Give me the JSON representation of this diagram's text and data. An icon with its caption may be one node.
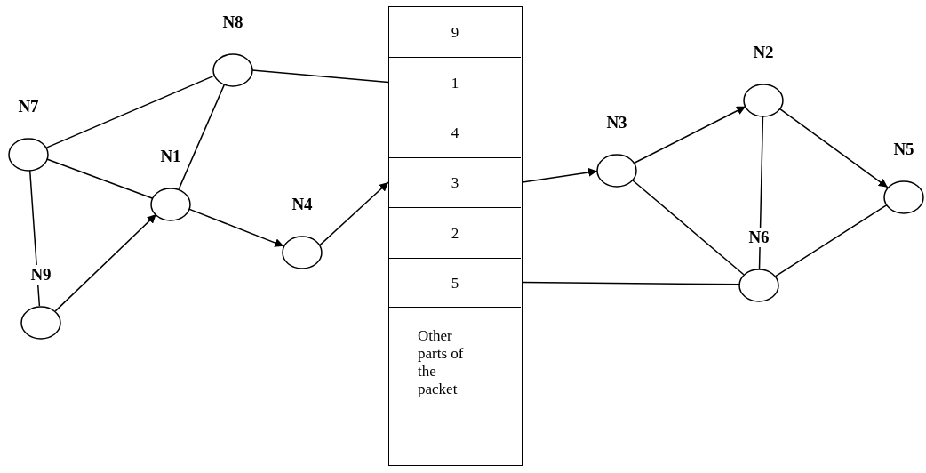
{
  "diagram": {
    "nodes": [
      {
        "text": [
          "N8"
        ]
      },
      {
        "text": [
          "N7"
        ]
      },
      {
        "text": [
          "N1"
        ]
      },
      {
        "text": [
          "N4"
        ]
      },
      {
        "text": [
          "N9"
        ]
      },
      {
        "text": [],
        "shape": "box"
      },
      {
        "text": [
          "9"
        ],
        "in": 5
      },
      {
        "text": [
          "1"
        ],
        "in": 5
      },
      {
        "text": [
          "4"
        ],
        "in": 5
      },
      {
        "text": [
          "3"
        ],
        "in": 5
      },
      {
        "text": [
          "2"
        ],
        "in": 5
      },
      {
        "text": [
          "5"
        ],
        "in": 5
      },
      {
        "text": [
          "Other parts of the packet"
        ],
        "in": 5
      },
      {
        "text": [
          "N3"
        ]
      },
      {
        "text": [
          "N2"
        ]
      },
      {
        "text": [
          "N6"
        ]
      },
      {
        "text": [
          "N5"
        ]
      }
    ],
    "edges": [
      {
        "from": 1,
        "to": 0,
        "arrow": "none"
      },
      {
        "from": 1,
        "to": 2,
        "arrow": "none"
      },
      {
        "from": 0,
        "to": 2,
        "arrow": "none"
      },
      {
        "from": 0,
        "to": 7,
        "arrow": "none"
      },
      {
        "from": 1,
        "to": 4,
        "arrow": "none"
      },
      {
        "from": 4,
        "to": 2,
        "arrow": "to"
      },
      {
        "from": 2,
        "to": 3,
        "arrow": "to"
      },
      {
        "from": 3,
        "to": 9,
        "arrow": "to"
      },
      {
        "from": 9,
        "to": 13,
        "arrow": "to"
      },
      {
        "from": 13,
        "to": 14,
        "arrow": "to"
      },
      {
        "from": 13,
        "to": 15,
        "arrow": "none"
      },
      {
        "from": 14,
        "to": 15,
        "arrow": "none"
      },
      {
        "from": 14,
        "to": 16,
        "arrow": "to"
      },
      {
        "from": 15,
        "to": 16,
        "arrow": "none"
      },
      {
        "from": 11,
        "to": 15,
        "arrow": "none"
      }
    ]
  }
}
